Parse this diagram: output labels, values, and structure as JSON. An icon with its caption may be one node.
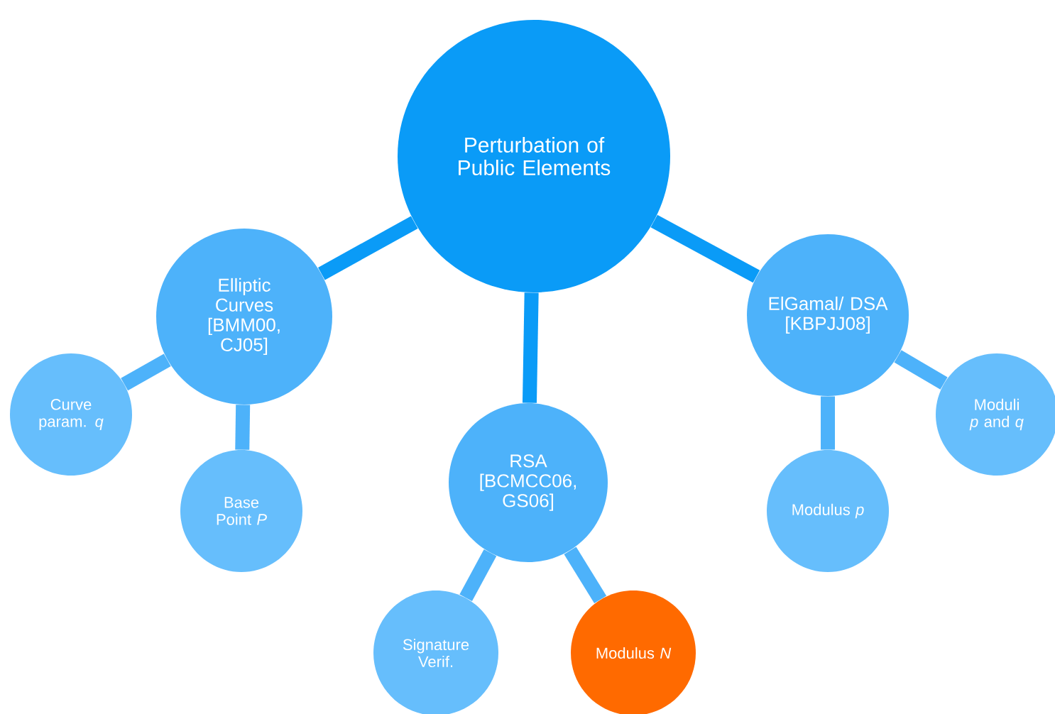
{
  "diagram": {
    "nodes": [
      {
        "text": [
          "Perturbation of Public Elements"
        ]
      },
      {
        "text": [
          "Elliptic Curves [BMM00, CJ05]"
        ]
      },
      {
        "text": [
          "RSA [BCMCC06, GS06]"
        ]
      },
      {
        "text": [
          "ElGamal/ DSA [KBPJJ08]"
        ]
      },
      {
        "text": [
          "Curve param. *q*"
        ]
      },
      {
        "text": [
          "Base Point *P*"
        ]
      },
      {
        "text": [
          "Signature Verif."
        ]
      },
      {
        "text": [
          "Modulus *N*"
        ]
      },
      {
        "text": [
          "Modulus *p*"
        ]
      },
      {
        "text": [
          "Moduli *p* and *q*"
        ]
      }
    ],
    "edges": [
      {
        "from": 0,
        "to": 1,
        "arrow": "none"
      },
      {
        "from": 0,
        "to": 2,
        "arrow": "none"
      },
      {
        "from": 0,
        "to": 3,
        "arrow": "none"
      },
      {
        "from": 1,
        "to": 4,
        "arrow": "none"
      },
      {
        "from": 1,
        "to": 5,
        "arrow": "none"
      },
      {
        "from": 2,
        "to": 6,
        "arrow": "none"
      },
      {
        "from": 2,
        "to": 7,
        "arrow": "none"
      },
      {
        "from": 3,
        "to": 8,
        "arrow": "none"
      },
      {
        "from": 3,
        "to": 9,
        "arrow": "none"
      }
    ]
  }
}
